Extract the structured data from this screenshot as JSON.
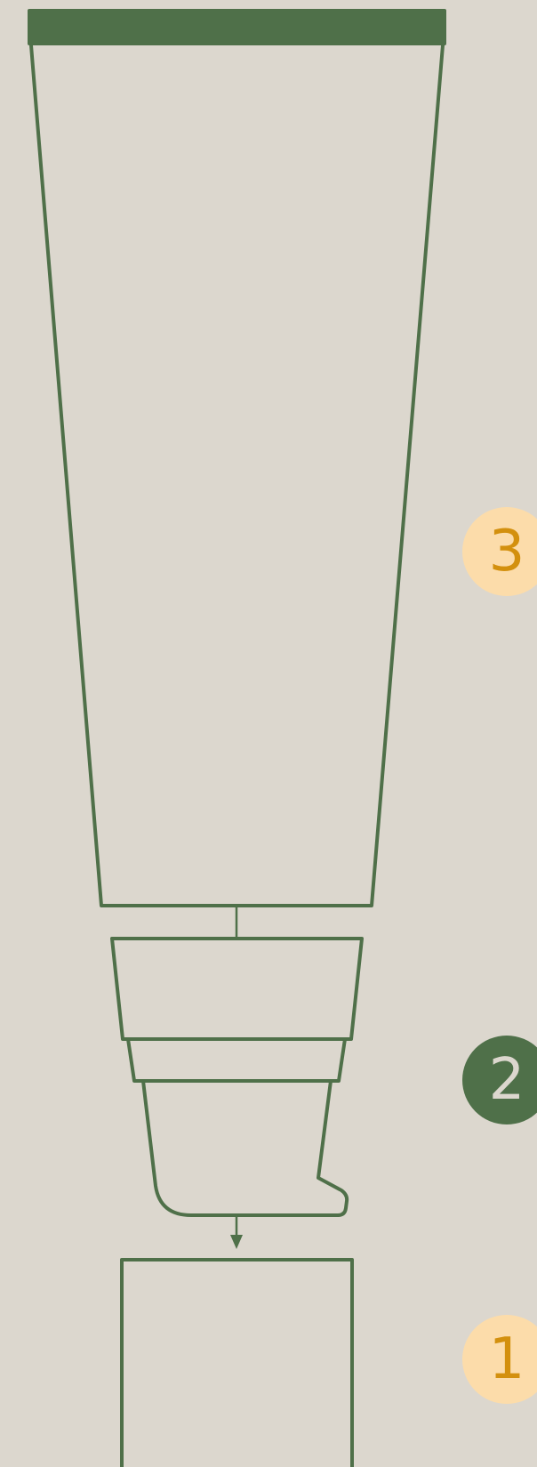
{
  "colors": {
    "background": "#dcd7ce",
    "stroke": "#4f7049",
    "cap": "#4f7049",
    "badge_light_fill": "#fcdcaa",
    "badge_light_text": "#d3900e",
    "badge_dark_fill": "#4f7049",
    "badge_dark_text": "#dcd7ce"
  },
  "badges": {
    "step3": {
      "label": "3",
      "style": "light"
    },
    "step2": {
      "label": "2",
      "style": "dark"
    },
    "step1": {
      "label": "1",
      "style": "light"
    }
  }
}
